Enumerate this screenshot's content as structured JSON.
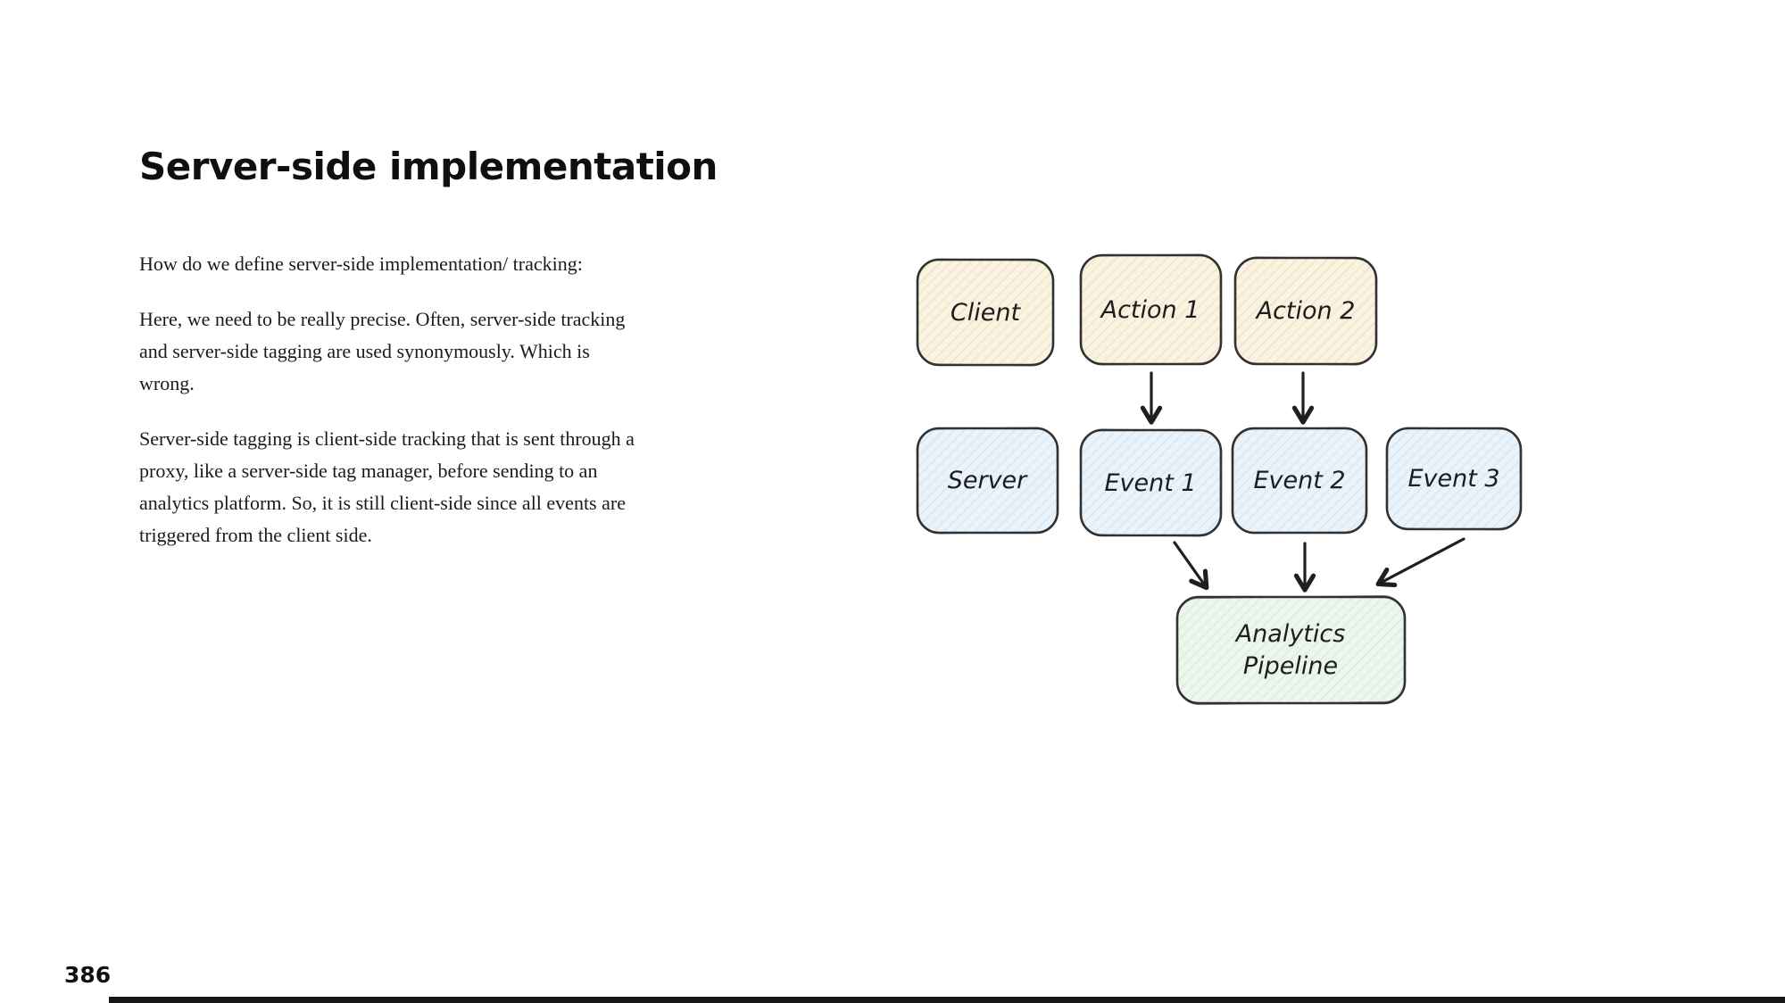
{
  "page": {
    "title": "Server-side implementation",
    "page_number": "386",
    "paragraphs": {
      "p1": "How do we define server-side implementation/ tracking:",
      "p2": "Here, we need to be really precise. Often, server-side tracking and server-side tagging are used synonymously. Which is wrong.",
      "p3": "Server-side tagging is client-side tracking that is sent through a proxy, like a server-side tag manager, before sending to an analytics platform. So, it is still client-side since all events are triggered from the client side."
    }
  },
  "diagram": {
    "nodes": {
      "client": {
        "label": "Client",
        "style": "tan"
      },
      "action1": {
        "label": "Action 1",
        "style": "tan"
      },
      "action2": {
        "label": "Action 2",
        "style": "tan"
      },
      "server": {
        "label": "Server",
        "style": "blue"
      },
      "event1": {
        "label": "Event 1",
        "style": "blue"
      },
      "event2": {
        "label": "Event 2",
        "style": "blue"
      },
      "event3": {
        "label": "Event 3",
        "style": "blue"
      },
      "analytics": {
        "style": "green",
        "lines": {
          "l1": "Analytics",
          "l2": "Pipeline"
        }
      }
    },
    "edges": [
      "Action 1 -> Event 1",
      "Action 2 -> Event 2",
      "Event 1 -> Analytics Pipeline",
      "Event 2 -> Analytics Pipeline",
      "Event 3 -> Analytics Pipeline"
    ],
    "colors": {
      "tan_fill": "#faf3e2",
      "tan_hatch": "#e9d6a9",
      "blue_fill": "#eaf3fa",
      "blue_hatch": "#c5dcee",
      "green_fill": "#ecf6ec",
      "green_hatch": "#c9e5c9",
      "node_stroke": "#2e2e2e",
      "arrow": "#1f1f1f"
    }
  }
}
